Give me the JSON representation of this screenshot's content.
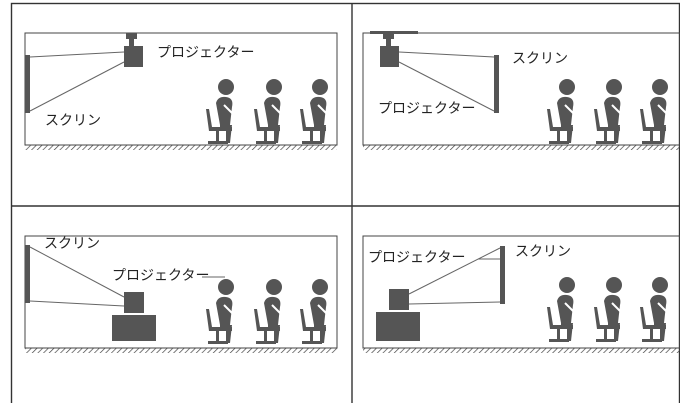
{
  "colors": {
    "ink": "#555555",
    "line": "#666666",
    "grid": "#444444",
    "background": "#ffffff"
  },
  "panels": [
    {
      "id": "ceiling-front",
      "labels": {
        "projector": "プロジェクター",
        "screen": "スクリン"
      },
      "icons": [
        "ceiling-mount-icon",
        "projector-icon",
        "screen-icon",
        "seated-person-icon"
      ],
      "seats": 3
    },
    {
      "id": "ceiling-rear",
      "labels": {
        "projector": "プロジェクター",
        "screen": "スクリン"
      },
      "icons": [
        "ceiling-mount-icon",
        "projector-icon",
        "screen-icon",
        "seated-person-icon"
      ],
      "seats": 3
    },
    {
      "id": "table-front",
      "labels": {
        "projector": "プロジェクター",
        "screen": "スクリン"
      },
      "icons": [
        "table-icon",
        "projector-icon",
        "screen-icon",
        "seated-person-icon"
      ],
      "seats": 3
    },
    {
      "id": "table-rear",
      "labels": {
        "projector": "プロジェクター",
        "screen": "スクリン"
      },
      "icons": [
        "table-icon",
        "projector-icon",
        "screen-icon",
        "seated-person-icon"
      ],
      "seats": 3
    }
  ]
}
